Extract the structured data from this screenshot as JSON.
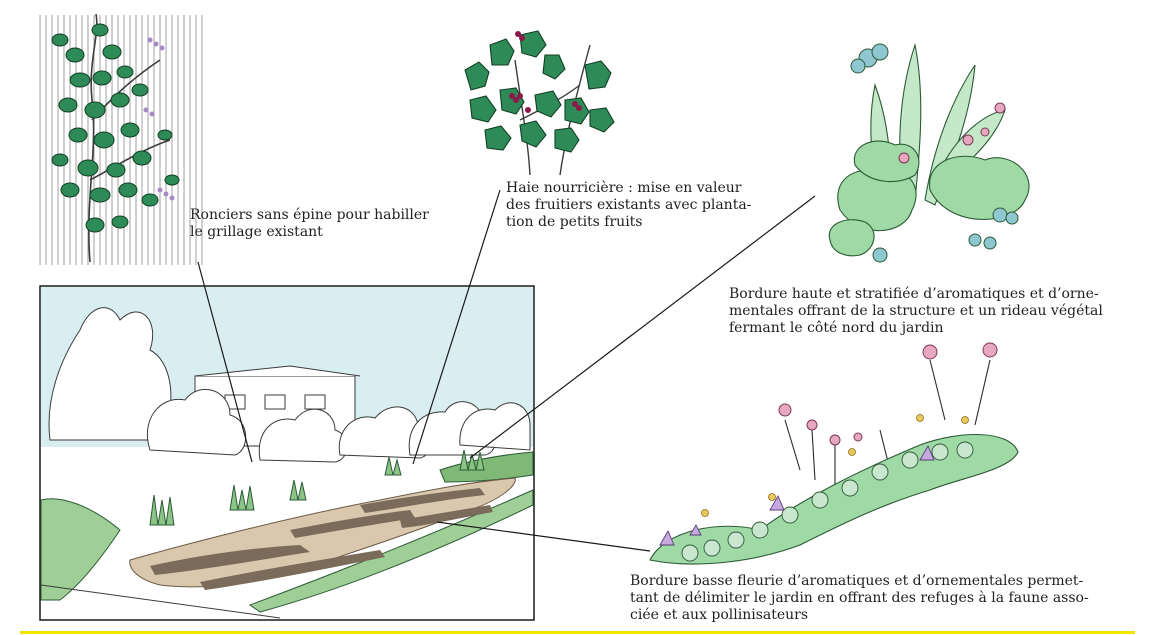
{
  "captions": {
    "ronciers": "Ronciers sans épine pour habiller\nle grillage existant",
    "haie": "Haie nourricière : mise en valeur\ndes fruitiers existants avec planta-\ntion de petits fruits",
    "bordure_haute": "Bordure haute et stratifiée d’aromatiques et d’orne-\nmentales offrant de la structure et un rideau végétal\nfermant le côté nord du jardin",
    "bordure_basse": "Bordure basse fleurie d’aromatiques et d’ornementales permet-\ntant de délimiter le jardin en offrant des refuges à la faune asso-\nciée et aux pollinisateurs"
  },
  "colors": {
    "accent_rule": "#f2e600",
    "leaf": "#2e8b57",
    "leaf_light": "#9ed9a6",
    "sky": "#d8eef0",
    "soil": "#7b6b5a",
    "flower": "#e8a7c0",
    "berry": "#8b1a4a"
  }
}
